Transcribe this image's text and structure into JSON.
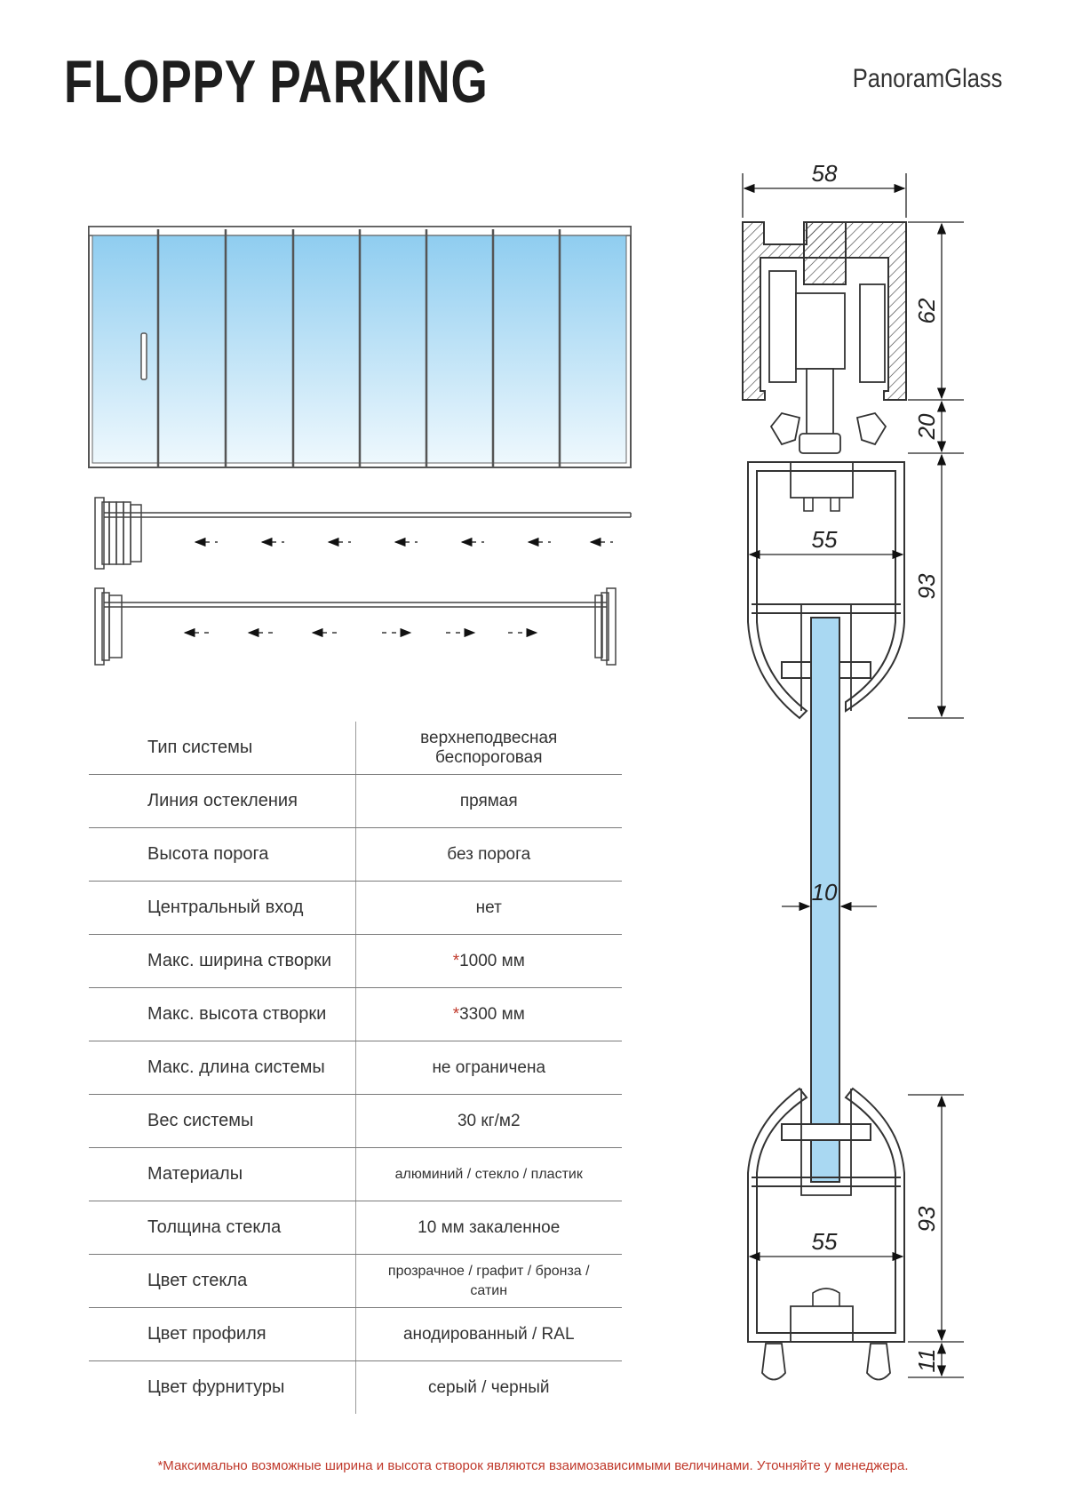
{
  "header": {
    "title": "FLOPPY PARKING",
    "brand": "PanoramGlass"
  },
  "dimensions": {
    "top_width": "58",
    "top_height": "62",
    "carriage_height": "20",
    "profile_width_top": "55",
    "profile_height_top": "93",
    "glass_thickness": "10",
    "profile_height_bottom": "93",
    "profile_width_bottom": "55",
    "bottom_height": "11"
  },
  "specs": [
    {
      "key": "Тип системы",
      "value": "верхнеподвесная беспороговая"
    },
    {
      "key": "Линия остекления",
      "value": "прямая"
    },
    {
      "key": "Высота порога",
      "value": "без порога"
    },
    {
      "key": "Центральный вход",
      "value": "нет"
    },
    {
      "key": "Макс. ширина створки",
      "asterisk": "*",
      "value": "1000 мм"
    },
    {
      "key": "Макс. высота створки",
      "asterisk": "*",
      "value": "3300 мм"
    },
    {
      "key": "Макс. длина системы",
      "value": "не ограничена"
    },
    {
      "key": "Вес системы",
      "value": "30 кг/м2"
    },
    {
      "key": "Материалы",
      "value": "алюминий / стекло / пластик"
    },
    {
      "key": "Толщина стекла",
      "value": "10 мм закаленное"
    },
    {
      "key": "Цвет стекла",
      "value": "прозрачное / графит / бронза / сатин"
    },
    {
      "key": "Цвет профиля",
      "value": "анодированный / RAL"
    },
    {
      "key": "Цвет фурнитуры",
      "value": "серый / черный"
    }
  ],
  "footnote": "*Максимально возможные ширина и высота створок являются взаимозависимыми величинами. Уточняйте у менеджера.",
  "colors": {
    "glass": "#a9d8f2",
    "accent": "#c0392b",
    "line": "#333333"
  }
}
